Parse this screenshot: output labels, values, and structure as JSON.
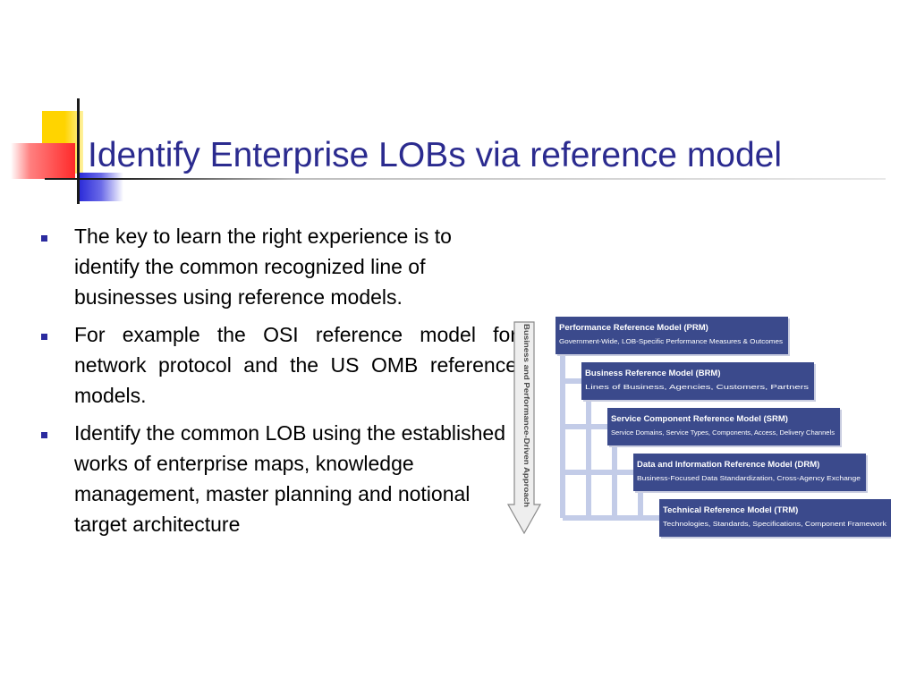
{
  "slide": {
    "title": "Identify Enterprise LOBs via reference model",
    "bullets": [
      "The key to learn the right experience is to identify the   common recognized line of businesses using reference models.",
      "For example the OSI reference model for network protocol and the US OMB reference models.",
      "Identify the common LOB using the established works of enterprise maps, knowledge management, master planning and notional target architecture"
    ]
  },
  "figure": {
    "arrow_label": "Business and Performance-Driven Approach",
    "models": [
      {
        "name": "Performance Reference Model (PRM)",
        "desc": "Government-Wide, LOB-Specific Performance Measures & Outcomes"
      },
      {
        "name": "Business Reference Model (BRM)",
        "desc": "Lines of Business, Agencies, Customers, Partners"
      },
      {
        "name": "Service Component Reference Model (SRM)",
        "desc": "Service Domains, Service Types, Components, Access, Delivery Channels"
      },
      {
        "name": "Data and Information Reference Model (DRM)",
        "desc": "Business-Focused Data Standardization, Cross-Agency Exchange"
      },
      {
        "name": "Technical Reference Model (TRM)",
        "desc": "Technologies, Standards, Specifications, Component Framework"
      }
    ],
    "colors": {
      "box": "#3b4a8c",
      "connector": "#c3cce8",
      "arrow": "#eeeeee"
    }
  }
}
